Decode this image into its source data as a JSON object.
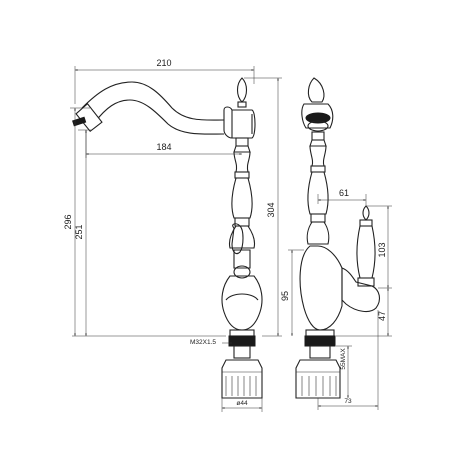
{
  "dimensions": {
    "spout_reach_total": "210",
    "spout_reach_center": "184",
    "total_height": "296",
    "spout_height": "251",
    "body_height": "304",
    "lever_height_front": "95",
    "side_offset": "61",
    "lever_height_side": "103",
    "base_to_lever_side": "47",
    "thread_spec": "M32X1.5",
    "base_diameter": "ø44",
    "max_mount_thickness": "55MAX",
    "base_depth": "73"
  },
  "colors": {
    "line": "#222222",
    "fill": "#1a1a1a",
    "background": "#ffffff"
  }
}
